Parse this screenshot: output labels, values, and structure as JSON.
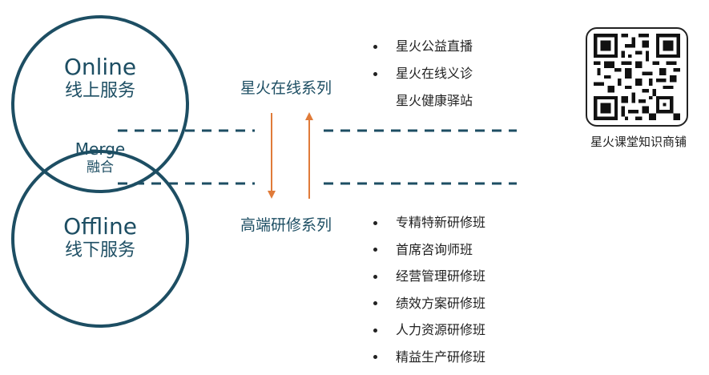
{
  "venn": {
    "online": {
      "en": "Online",
      "zh": "线上服务"
    },
    "merge": {
      "en": "Merge",
      "zh": "融合"
    },
    "offline": {
      "en": "Offline",
      "zh": "线下服务"
    }
  },
  "online_series": {
    "title": "星火在线系列",
    "items": [
      "星火公益直播",
      "星火在线义诊",
      "星火健康驿站"
    ]
  },
  "offline_series": {
    "title": "高端研修系列",
    "items": [
      "专精特新研修班",
      "首席咨询师班",
      "经营管理研修班",
      "绩效方案研修班",
      "人力资源研修班",
      "精益生产研修班"
    ]
  },
  "qr": {
    "caption": "星火课堂知识商铺"
  },
  "colors": {
    "teal": "#1d4e63",
    "arrow": "#e07b39",
    "text": "#222222"
  }
}
